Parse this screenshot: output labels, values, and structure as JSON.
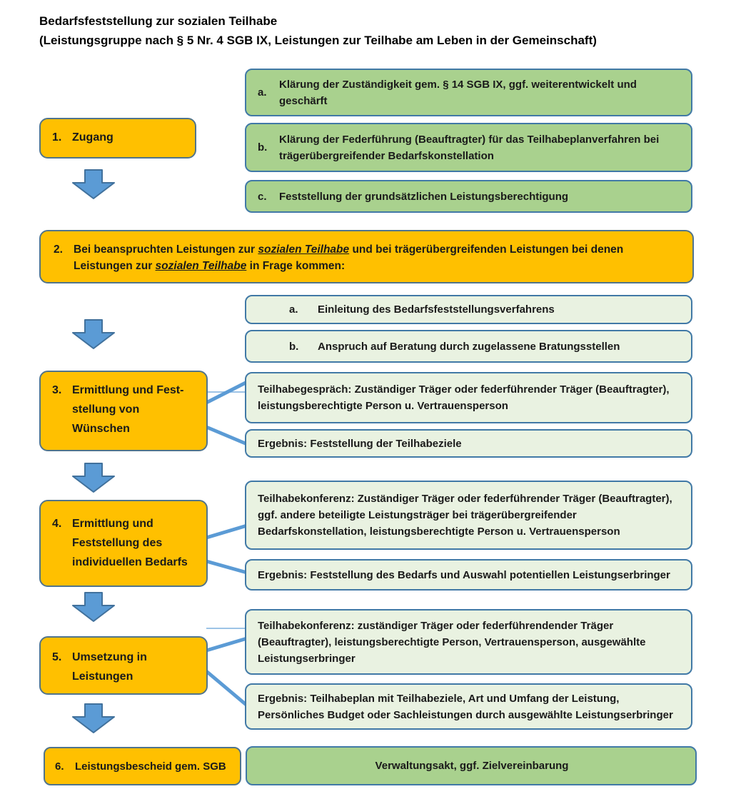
{
  "title": {
    "line1": "Bedarfsfeststellung zur sozialen Teilhabe",
    "line2": "(Leistungsgruppe nach § 5 Nr. 4 SGB IX, Leistungen zur Teilhabe am Leben in der Gemeinschaft)"
  },
  "steps": [
    {
      "label": "1.",
      "text": "Zugang"
    },
    {
      "label": "2.",
      "pre": "Bei beanspruchten Leistungen zur ",
      "em1": "sozialen Teilhabe",
      "mid": " und bei trägerübergreifenden Leistungen bei denen Leistungen zur ",
      "em2": "sozialen Teilhabe",
      "post": " in Frage kommen:"
    },
    {
      "label": "3.",
      "text": "Ermittlung und Fest-\nstellung von\nWünschen"
    },
    {
      "label": "4.",
      "text": "Ermittlung und\nFeststellung des\nindividuellen Bedarfs"
    },
    {
      "label": "5.",
      "text": "Umsetzung in\nLeistungen"
    },
    {
      "label": "6.",
      "text": "Leistungsbescheid gem. SGB"
    }
  ],
  "stage1": {
    "items": [
      {
        "label": "a.",
        "text": "Klärung der Zuständigkeit gem. § 14 SGB IX, ggf. weiterentwickelt und geschärft"
      },
      {
        "label": "b.",
        "text": "Klärung der Federführung (Beauftragter) für das Teilhabeplanverfahren bei trägerübergreifender Bedarfskonstellation"
      },
      {
        "label": "c.",
        "text": "Feststellung der grundsätzlichen Leistungsberechtigung"
      }
    ]
  },
  "stage2": {
    "items": [
      {
        "label": "a.",
        "text": "Einleitung des Bedarfsfeststellungsverfahrens"
      },
      {
        "label": "b.",
        "text": "Anspruch auf Beratung durch zugelassene Bratungsstellen"
      }
    ]
  },
  "stage3": {
    "boxes": [
      {
        "text": "Teilhabegespräch: Zuständiger Träger oder federführender Träger (Beauftragter), leistungsberechtigte Person u. Vertrauensperson"
      },
      {
        "text": "Ergebnis: Feststellung der Teilhabeziele"
      }
    ]
  },
  "stage4": {
    "boxes": [
      {
        "text": "Teilhabekonferenz: Zuständiger Träger oder federführender Träger (Beauftragter), ggf. andere beteiligte Leistungsträger bei trägerübergreifender Bedarfskonstellation, leistungsberechtigte Person u. Vertrauensperson"
      },
      {
        "text": "Ergebnis: Feststellung des Bedarfs und Auswahl potentiellen Leistungserbringer"
      }
    ]
  },
  "stage5": {
    "boxes": [
      {
        "text": "Teilhabekonferenz: zuständiger Träger oder federführendender Träger (Beauftragter), leistungsberechtigte Person, Vertrauensperson, ausgewählte Leistungserbringer"
      },
      {
        "text": "Ergebnis: Teilhabeplan mit Teilhabeziele, Art und Umfang der Leistung, Persönliches Budget oder Sachleistungen durch ausgewählte Leistungserbringer"
      }
    ]
  },
  "stage6": {
    "result": "Verwaltungsakt, ggf. Zielvereinbarung"
  },
  "colors": {
    "step_fill": "#FFC000",
    "group_fill": "#A9D18E",
    "detail_fill": "#E9F2E1",
    "box_border": "#4179A6",
    "arrow_fill": "#5B9BD5",
    "arrow_border": "#41719C",
    "connector": "#5B9BD5"
  }
}
